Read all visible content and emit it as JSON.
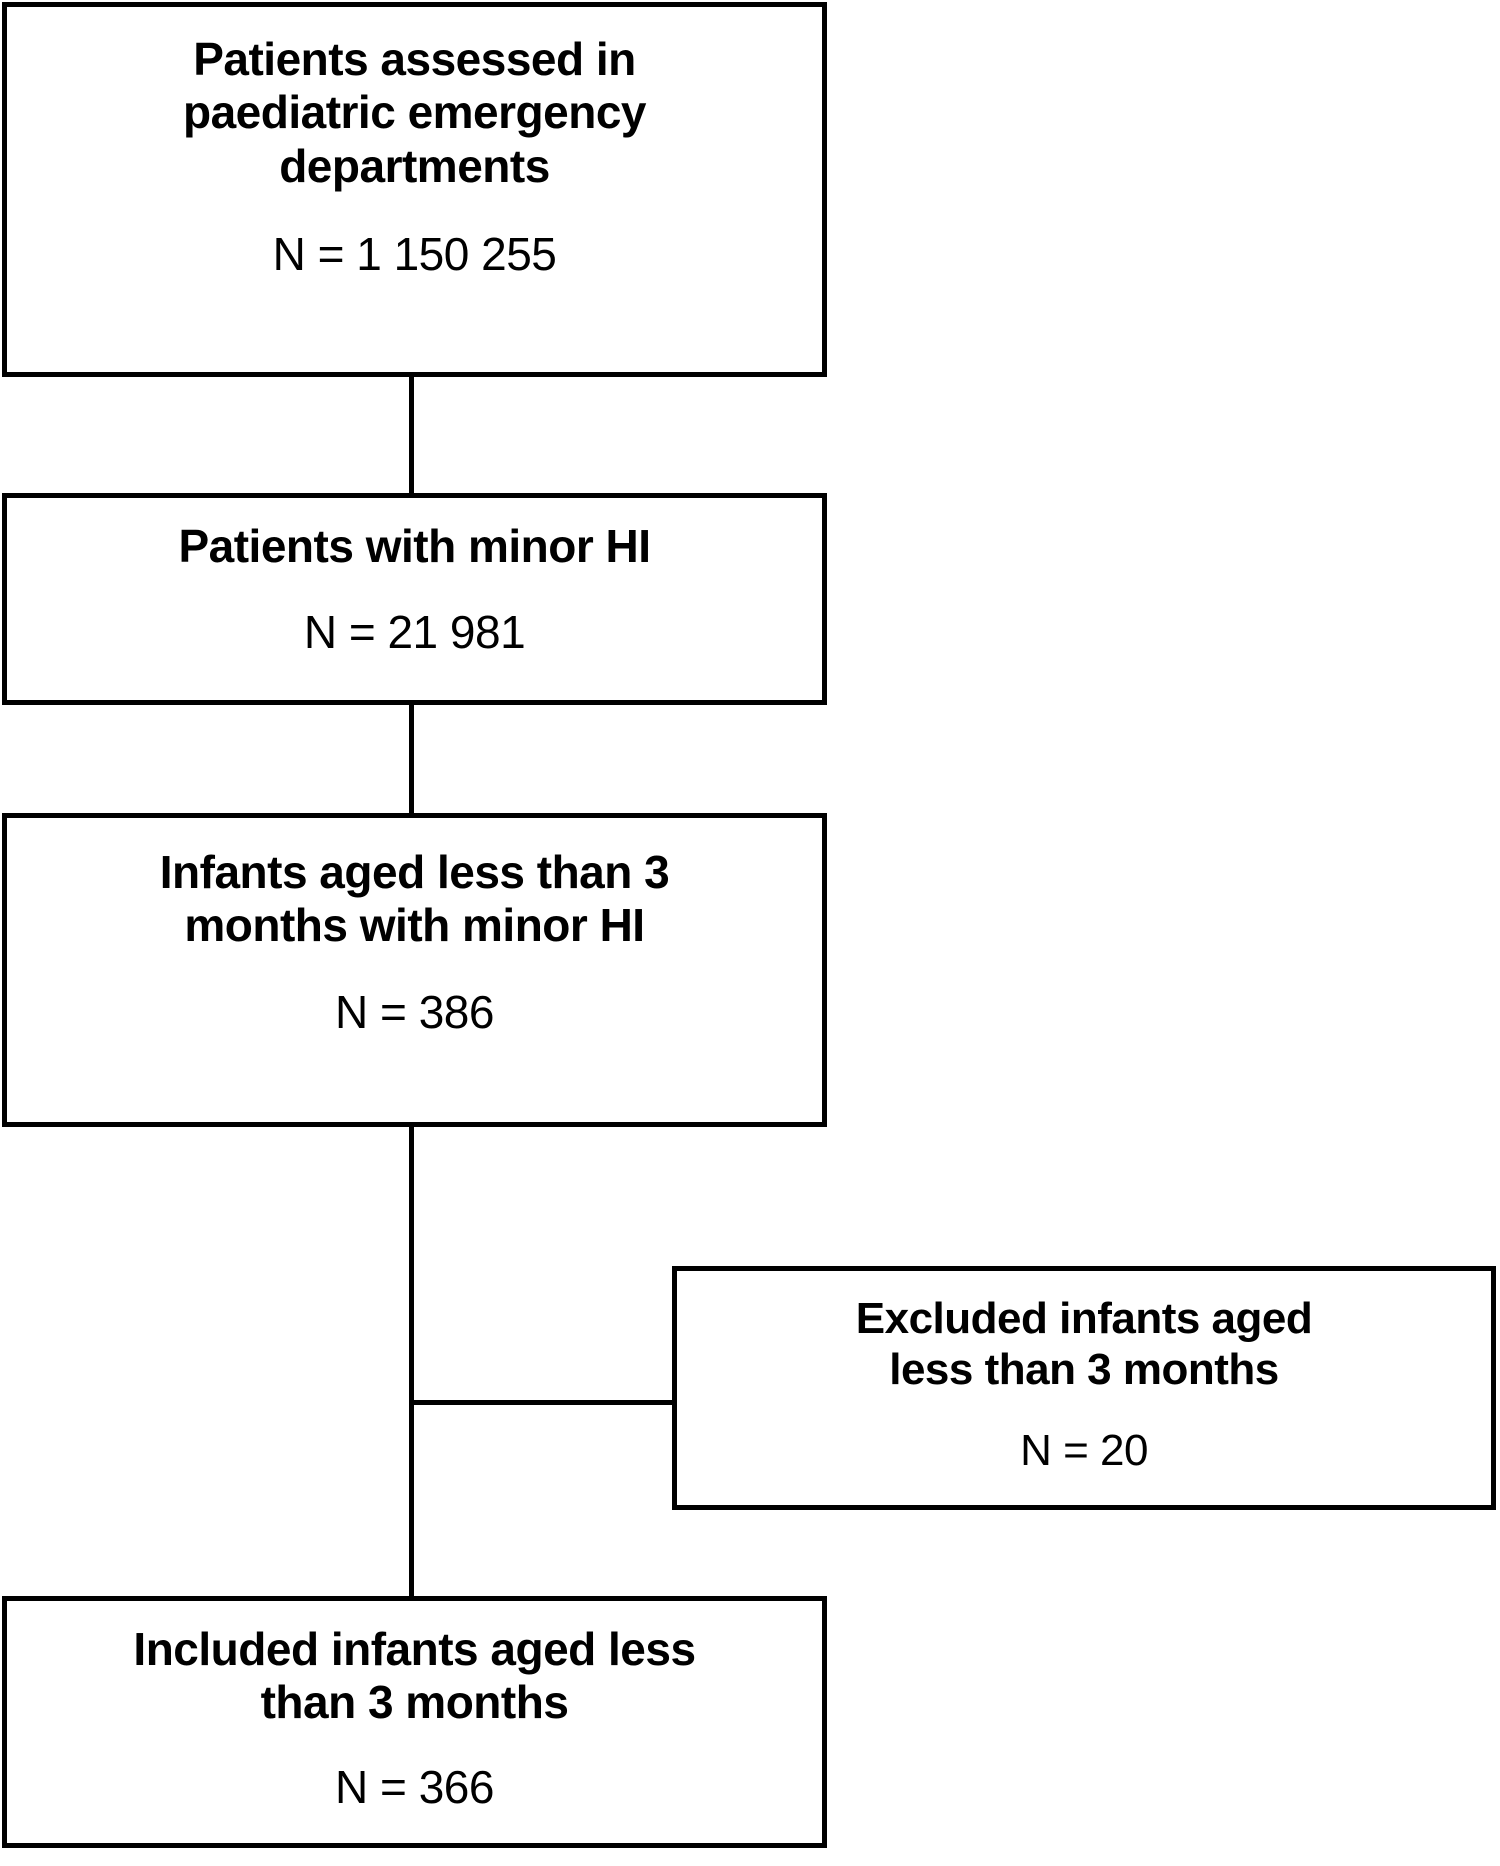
{
  "diagram": {
    "type": "flowchart",
    "orientation": "vertical",
    "stroke_color": "#000000",
    "background_color": "#ffffff",
    "nodes": [
      {
        "id": "assessed",
        "title": "Patients assessed in\npaediatric emergency\ndepartments",
        "count": "N = 1 150 255"
      },
      {
        "id": "minor_hi",
        "title": "Patients with minor HI",
        "count": "N = 21 981"
      },
      {
        "id": "infants_minor_hi",
        "title": "Infants aged less than 3\nmonths with minor HI",
        "count": "N = 386"
      },
      {
        "id": "excluded",
        "title": "Excluded infants aged\nless than 3 months",
        "count": "N = 20"
      },
      {
        "id": "included",
        "title": "Included infants aged less\nthan 3 months",
        "count": "N = 366"
      }
    ],
    "edges": [
      {
        "from": "assessed",
        "to": "minor_hi",
        "style": "vertical"
      },
      {
        "from": "minor_hi",
        "to": "infants_minor_hi",
        "style": "vertical"
      },
      {
        "from": "infants_minor_hi",
        "to": "included",
        "style": "vertical"
      },
      {
        "from": "infants_minor_hi",
        "to": "excluded",
        "style": "branch-right"
      }
    ]
  }
}
